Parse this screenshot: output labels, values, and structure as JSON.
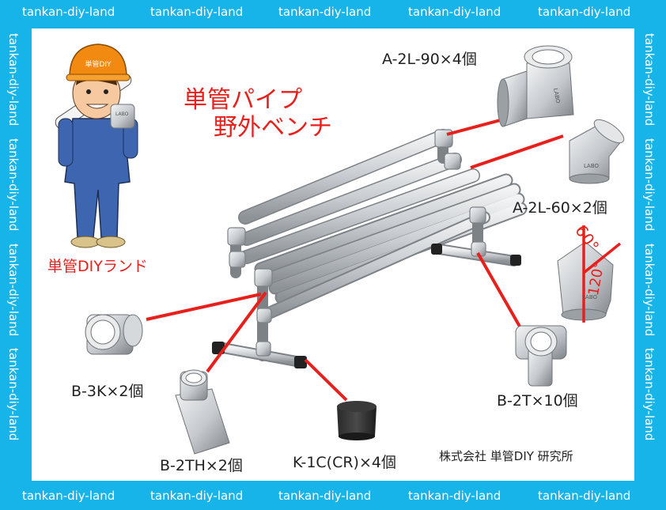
{
  "watermark": "tankan-diy-land",
  "title_line1": "単管パイプ",
  "title_line2": "野外ベンチ",
  "mascot_label": "単管DIYランド",
  "mascot_helmet_text": "単管DIY",
  "fitting_logo": "LABO",
  "parts": {
    "a2l90": "A-2L-90×4個",
    "a2l60": "A-2L-60×2個",
    "b3k": "B-3K×2個",
    "b2th": "B-2TH×2個",
    "k1c": "K-1C(CR)×4個",
    "b2t": "B-2T×10個"
  },
  "angle_60": "60°",
  "angle_120": "120°",
  "company": "株式会社 単管DIY 研究所",
  "colors": {
    "frame": "#17b4ea",
    "accent_red": "#e8201c",
    "pipe": "#c8ccd0"
  }
}
